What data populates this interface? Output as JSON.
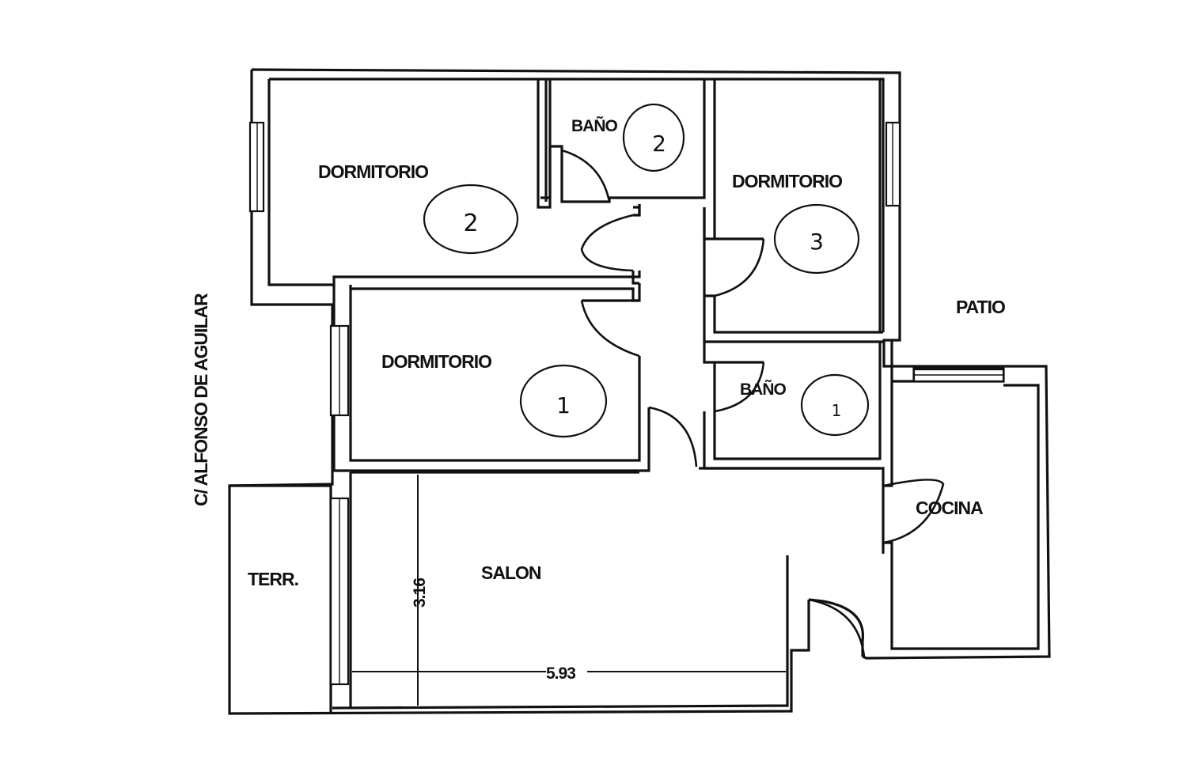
{
  "street": "C/ ALFONSO DE AGUILAR",
  "rooms": {
    "dormitorio_2": {
      "label": "DORMITORIO",
      "number": "2"
    },
    "bano_2": {
      "label": "BAÑO",
      "number": "2"
    },
    "dormitorio_3": {
      "label": "DORMITORIO",
      "number": "3"
    },
    "dormitorio_1": {
      "label": "DORMITORIO",
      "number": "1"
    },
    "bano_1": {
      "label": "BAÑO",
      "number": "1"
    },
    "patio": {
      "label": "PATIO"
    },
    "cocina": {
      "label": "COCINA"
    },
    "salon": {
      "label": "SALON"
    },
    "terraza": {
      "label": "TERR."
    }
  },
  "dimensions": {
    "salon_height": "3.16",
    "salon_width": "5.93"
  },
  "colors": {
    "line": "#111111",
    "background": "#ffffff"
  }
}
